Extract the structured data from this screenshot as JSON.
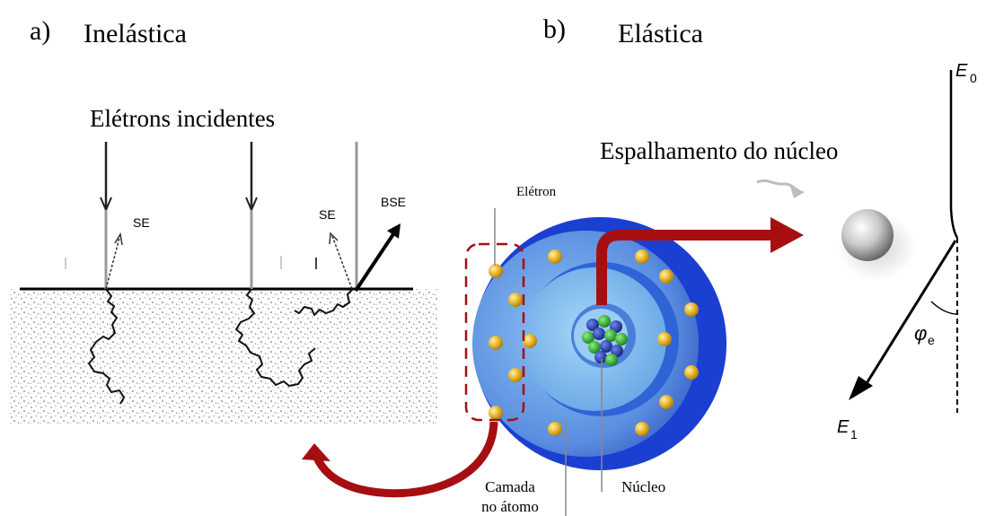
{
  "panel_a": {
    "letter": "a)",
    "title": "Inelástica",
    "incident_label": "Elétrons incidentes",
    "se_label_1": "SE",
    "se_label_2": "SE",
    "bse_label": "BSE"
  },
  "atom": {
    "electron_label": "Elétron",
    "nucleus_label": "Núcleo",
    "shell_label_line1": "Camada",
    "shell_label_line2": "no átomo"
  },
  "panel_b": {
    "letter": "b)",
    "title": "Elástica",
    "scatter_label": "Espalhamento do núcleo",
    "e0_symbol": "E",
    "e0_sub": "0",
    "e1_symbol": "E",
    "e1_sub": "1",
    "angle_symbol": "φ",
    "angle_sub": "e"
  },
  "colors": {
    "arrow_red": "#a50f12",
    "atom_outer_blue": "#1b3fd0",
    "atom_light_blue": "#8ec4f2",
    "electron_gold": "#e6b32a",
    "nucleus_green": "#1fa12f",
    "nucleus_blue": "#1b3fae"
  }
}
